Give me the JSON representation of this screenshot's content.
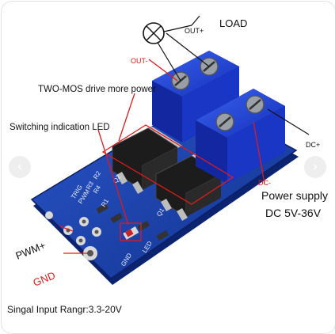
{
  "labels": {
    "load": "LOAD",
    "out_plus": "OUT+",
    "out_minus": "OUT-",
    "two_mos": "TWO-MOS drive more power",
    "switching_led": "Switching indication LED",
    "dc_plus": "DC+",
    "dc_minus": "DC-",
    "power_supply": "Power supply",
    "power_range": "DC 5V-36V",
    "pwm_plus": "PWM+",
    "gnd": "GND",
    "input_range": "Singal Input Rangr:3.3-20V"
  },
  "silkscreen": {
    "trig": "TRIG",
    "pwm": "PWM",
    "r3": "R3",
    "r4": "R4",
    "r1": "R1",
    "r2": "R2",
    "q1": "Q1",
    "q2": "Q2",
    "led": "LED",
    "gnd": "GND"
  },
  "nav": {
    "prev": "‹",
    "next": "›"
  },
  "colors": {
    "pcb": "#1a3fa8",
    "terminal": "#1b3fd6",
    "callout_red": "#e01b1b",
    "text_black": "#111111"
  }
}
